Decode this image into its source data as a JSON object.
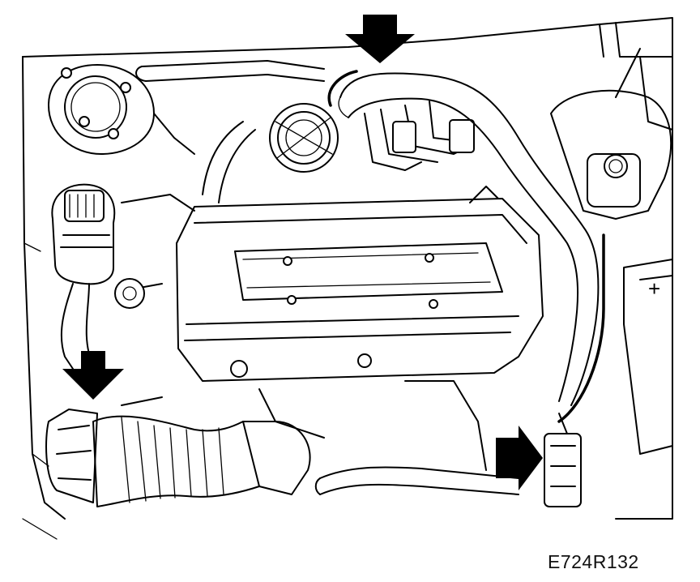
{
  "reference_code": "E724R132",
  "battery_symbol": "+",
  "colors": {
    "ink": "#000000",
    "paper": "#ffffff"
  },
  "callouts": [
    {
      "name": "arrow-top",
      "direction": "down"
    },
    {
      "name": "arrow-left",
      "direction": "down"
    },
    {
      "name": "arrow-right",
      "direction": "right"
    }
  ]
}
